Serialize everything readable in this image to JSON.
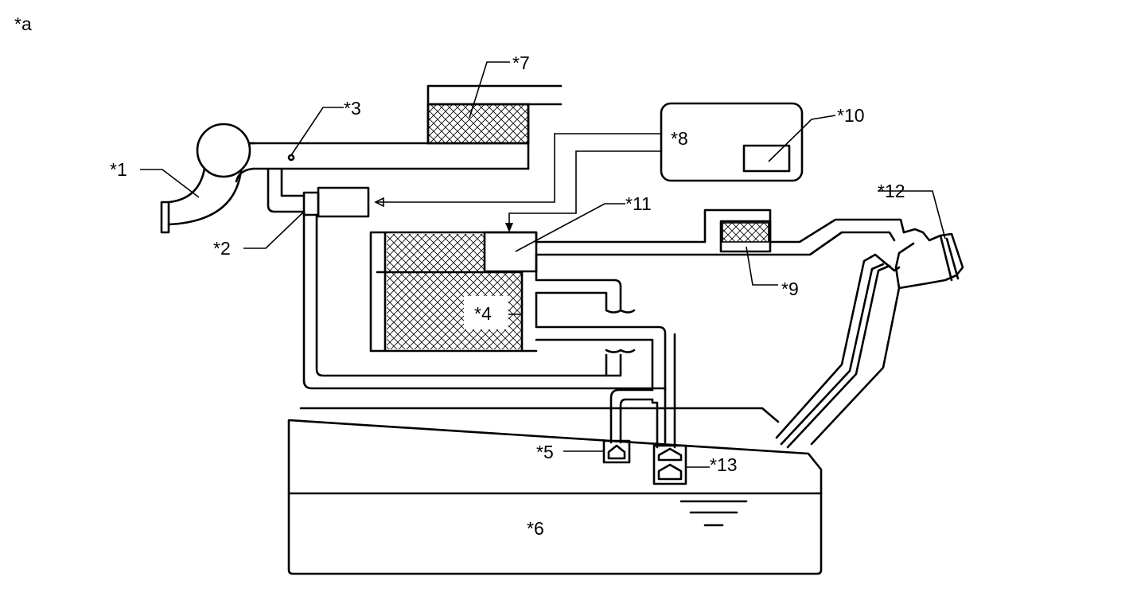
{
  "figure_label": "*a",
  "callouts": {
    "c1": "*1",
    "c2": "*2",
    "c3": "*3",
    "c4": "*4",
    "c5": "*5",
    "c6": "*6",
    "c7": "*7",
    "c8": "*8",
    "c9": "*9",
    "c10": "*10",
    "c11": "*11",
    "c12": "*12",
    "c13": "*13"
  }
}
